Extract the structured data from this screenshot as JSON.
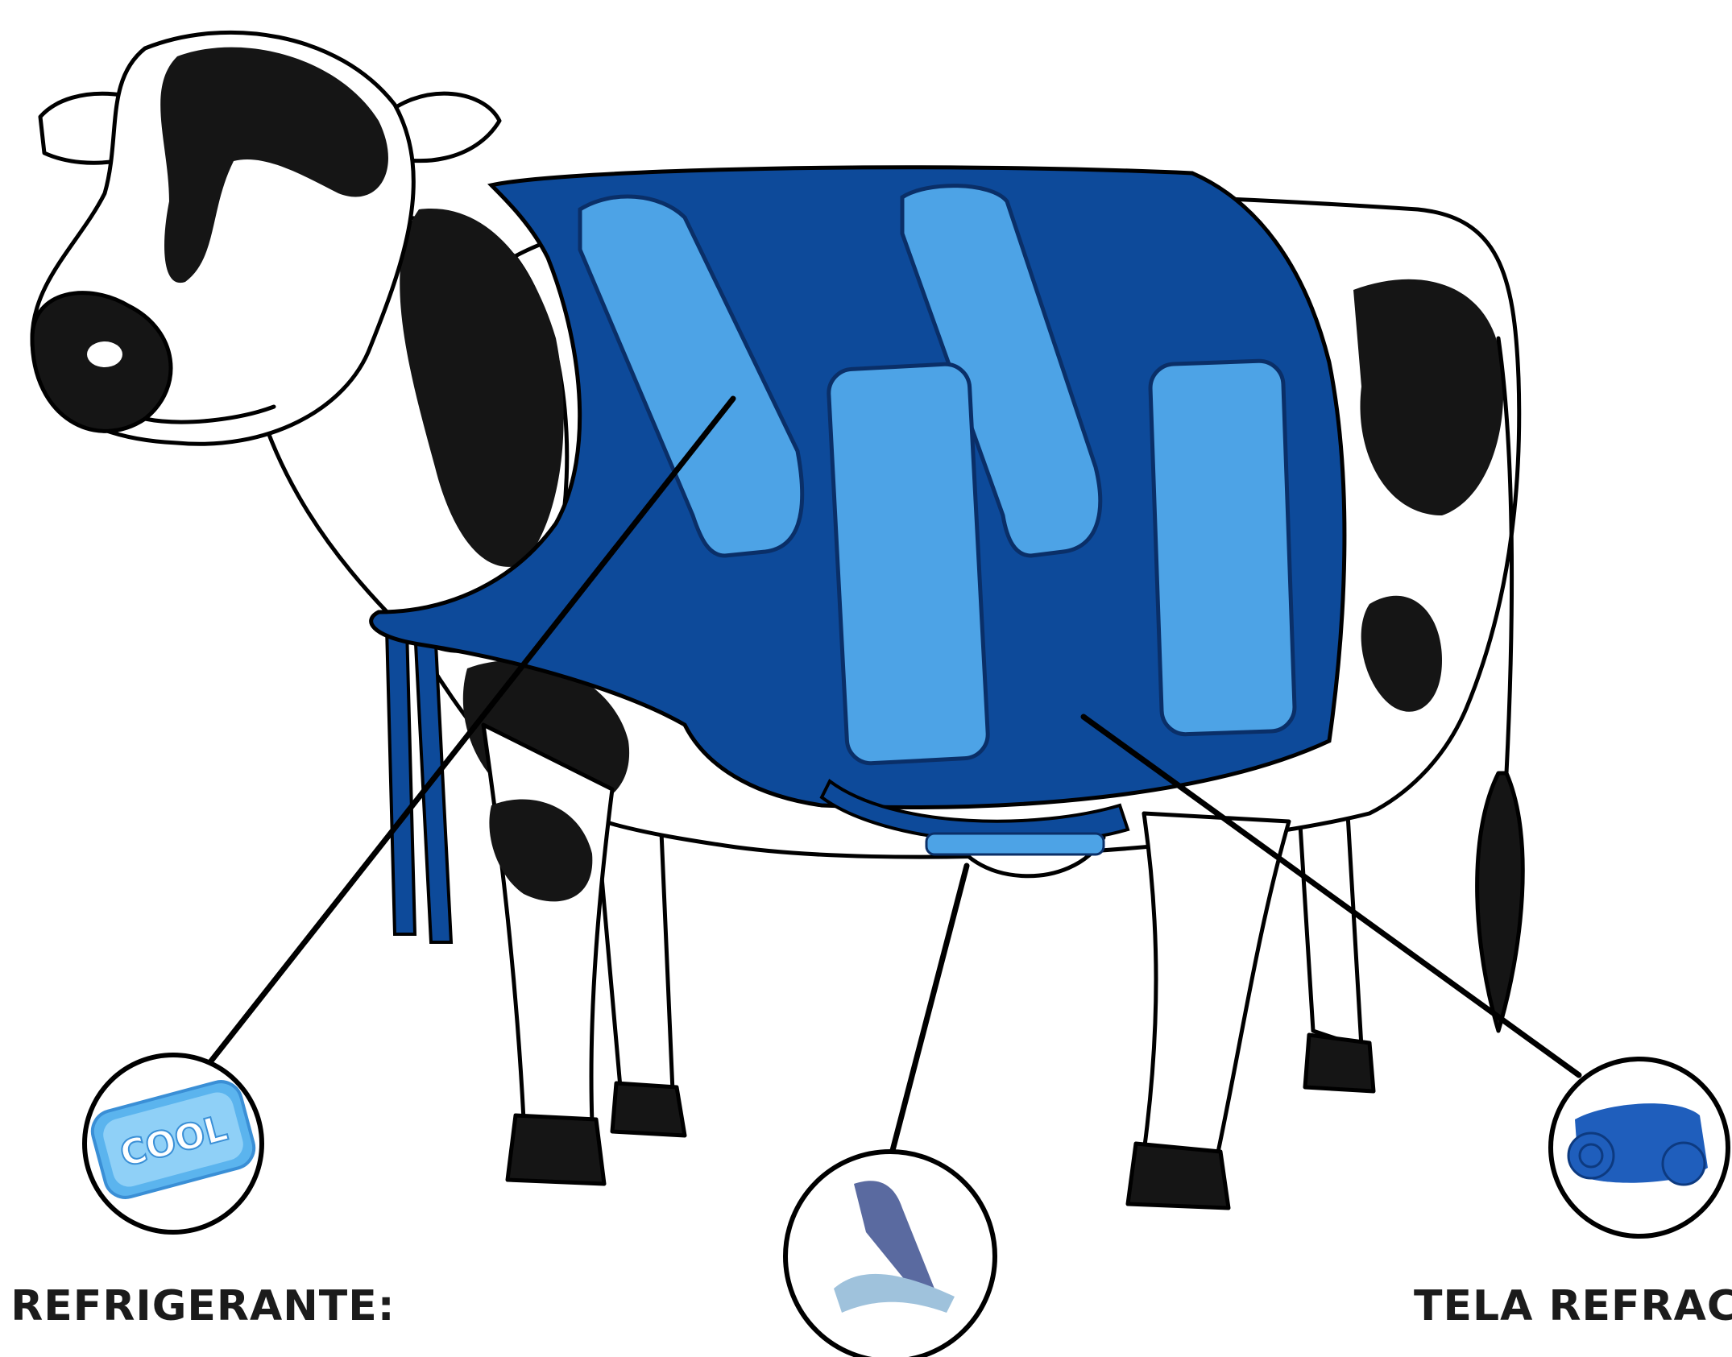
{
  "diagram": {
    "labels": {
      "gel_pack": "L REFRIGERANTE:",
      "fabric": "TELA REFRAC"
    },
    "icons": {
      "gel_pack_icon_text": "COOL",
      "gel_pack_icon": "cool-gel-pack-icon",
      "velcro_icon": "velcro-strap-icon",
      "fabric_icon": "fabric-roll-icon"
    },
    "colors": {
      "vest": "#0d4a9a",
      "gel_pack": "#4da3e6",
      "gel_pack_border": "#0a2f68",
      "cow_spots": "#151515",
      "outline": "#000000"
    }
  }
}
